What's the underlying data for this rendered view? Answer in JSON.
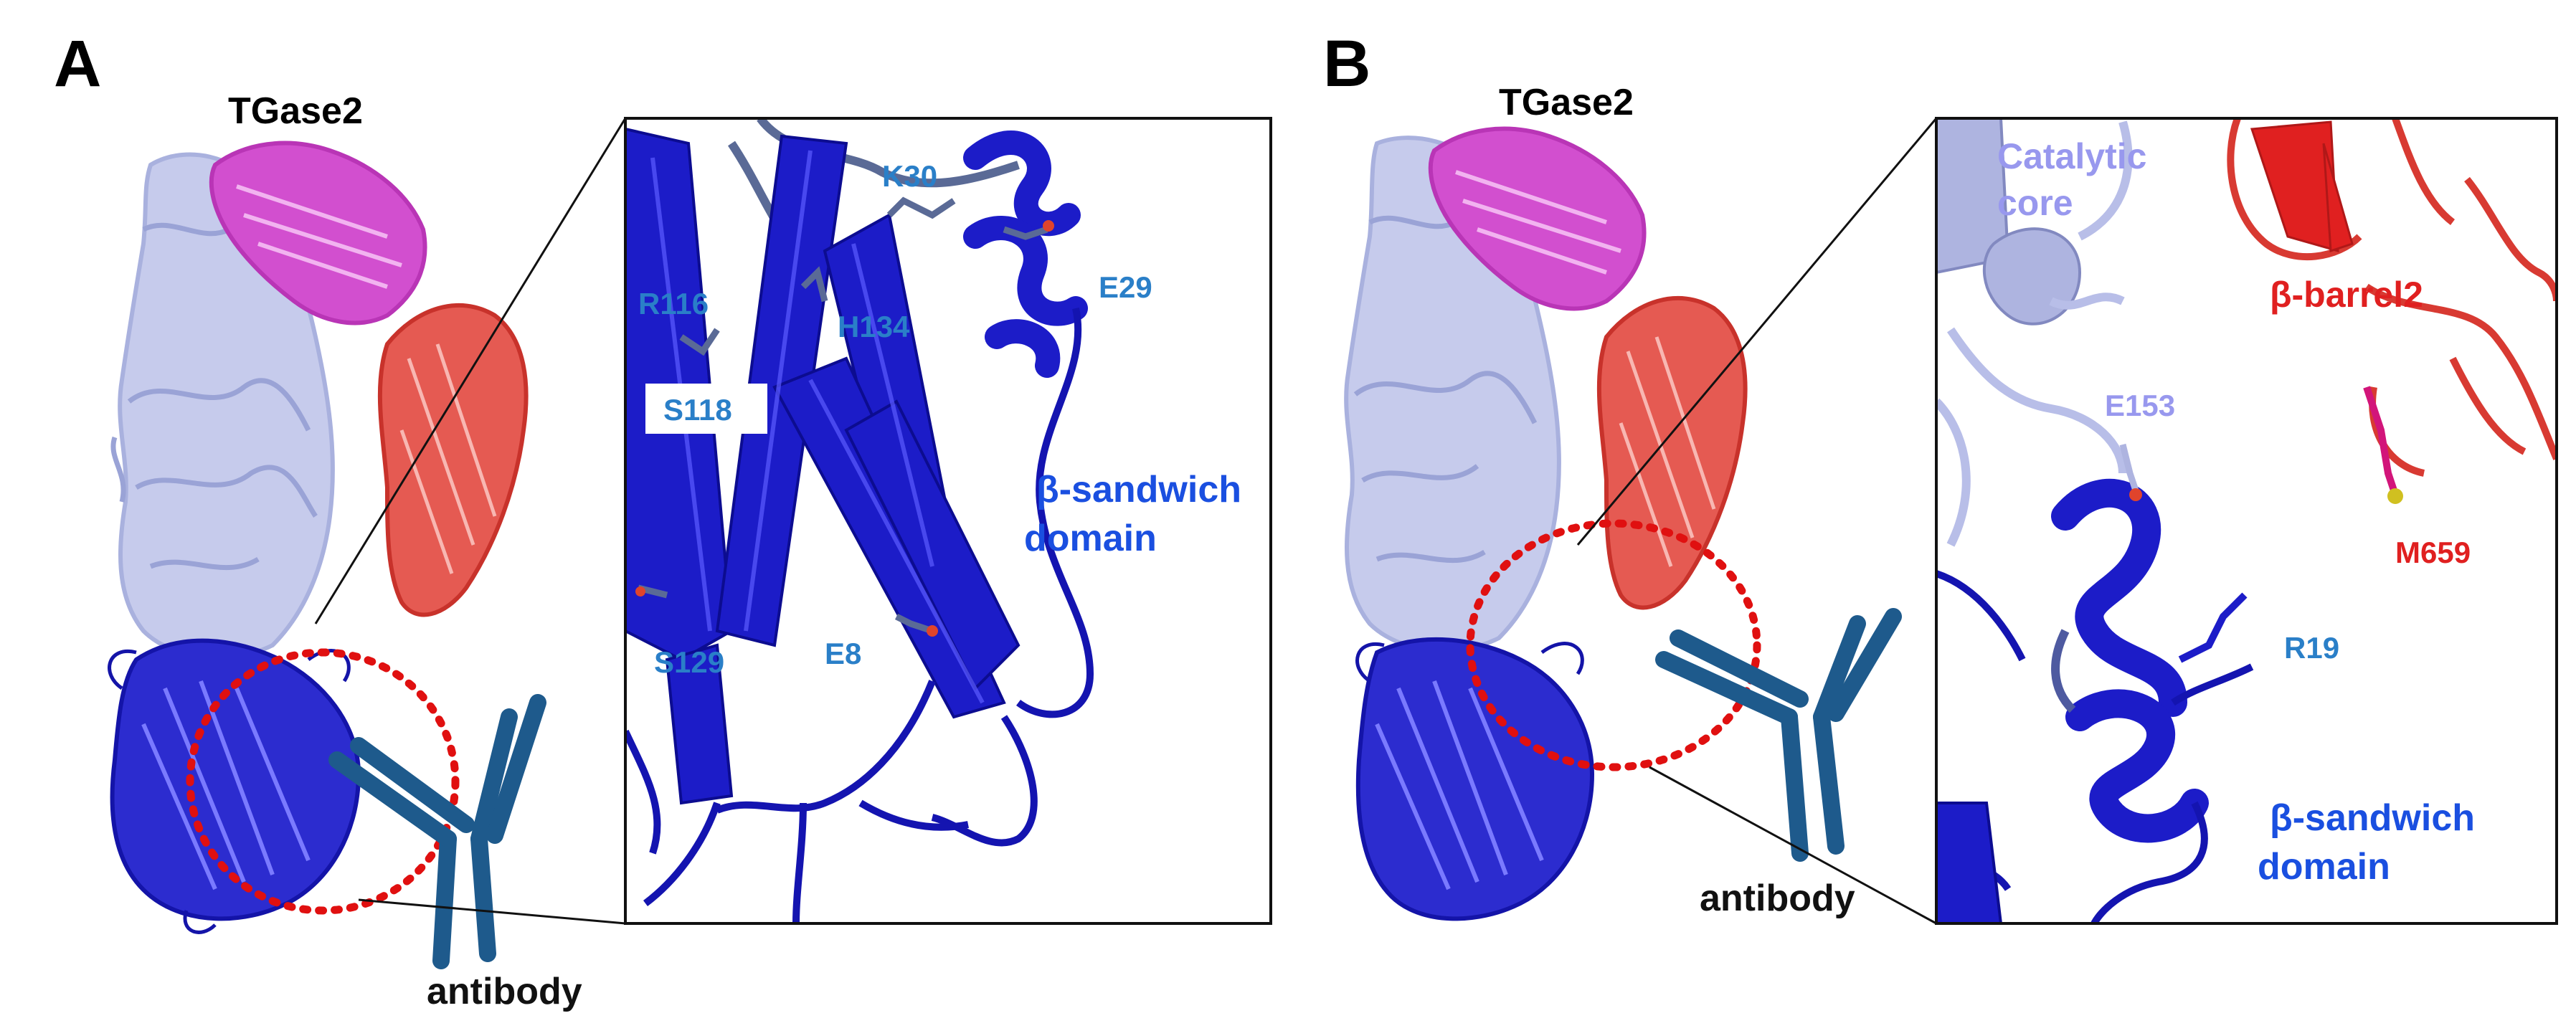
{
  "colors": {
    "beta_sandwich": "#1a1acc",
    "catalytic_core": "#b4bce6",
    "beta_barrel1": "#c83cc8",
    "beta_barrel2": "#d83a32",
    "antibody": "#1e5a8c",
    "epitope_circle": "#e01010",
    "residue_label": "#2a7fc8"
  },
  "panelA": {
    "letter": "A",
    "protein_title": "TGase2",
    "antibody_label": "antibody",
    "residues": {
      "k30": "K30",
      "e29": "E29",
      "r116": "R116",
      "h134": "H134",
      "s118": "S118",
      "s129": "S129",
      "e8": "E8"
    },
    "domain_label_line1": "β-sandwich",
    "domain_label_line2": "domain"
  },
  "panelB": {
    "letter": "B",
    "protein_title": "TGase2",
    "antibody_label": "antibody",
    "catalytic_line1": "Catalytic",
    "catalytic_line2": "core",
    "barrel2_label": "β-barrel2",
    "residues": {
      "e153": "E153",
      "m659": "M659",
      "r19": "R19"
    },
    "domain_label_line1": "β-sandwich",
    "domain_label_line2": "domain"
  }
}
